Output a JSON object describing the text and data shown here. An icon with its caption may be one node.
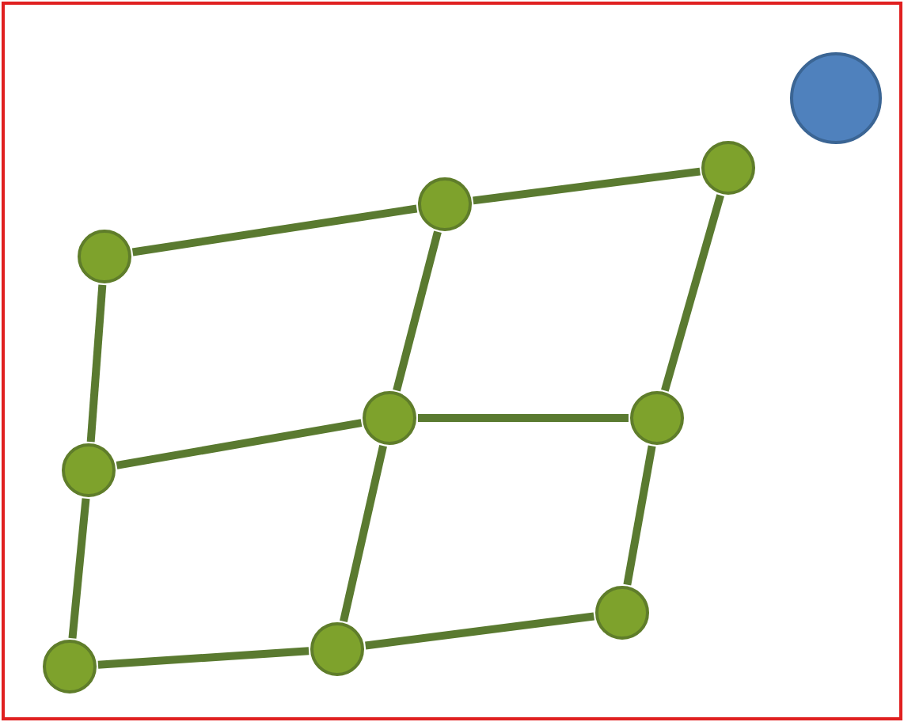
{
  "diagram": {
    "nodes": [
      {
        "text": [],
        "shape": "circle"
      },
      {
        "text": [],
        "shape": "circle"
      },
      {
        "text": [],
        "shape": "circle"
      },
      {
        "text": [],
        "shape": "circle"
      },
      {
        "text": [],
        "shape": "circle"
      },
      {
        "text": [],
        "shape": "circle"
      },
      {
        "text": [],
        "shape": "circle"
      },
      {
        "text": [],
        "shape": "circle"
      },
      {
        "text": [],
        "shape": "circle"
      },
      {
        "text": [],
        "shape": "circle"
      }
    ],
    "edges": [
      {
        "from": 0,
        "to": 1,
        "arrow": "none"
      },
      {
        "from": 1,
        "to": 2,
        "arrow": "none"
      },
      {
        "from": 0,
        "to": 3,
        "arrow": "none"
      },
      {
        "from": 1,
        "to": 4,
        "arrow": "none"
      },
      {
        "from": 2,
        "to": 5,
        "arrow": "none"
      },
      {
        "from": 3,
        "to": 4,
        "arrow": "none"
      },
      {
        "from": 4,
        "to": 5,
        "arrow": "none"
      },
      {
        "from": 3,
        "to": 6,
        "arrow": "none"
      },
      {
        "from": 4,
        "to": 7,
        "arrow": "none"
      },
      {
        "from": 5,
        "to": 8,
        "arrow": "none"
      },
      {
        "from": 6,
        "to": 7,
        "arrow": "none"
      },
      {
        "from": 7,
        "to": 8,
        "arrow": "none"
      }
    ]
  }
}
